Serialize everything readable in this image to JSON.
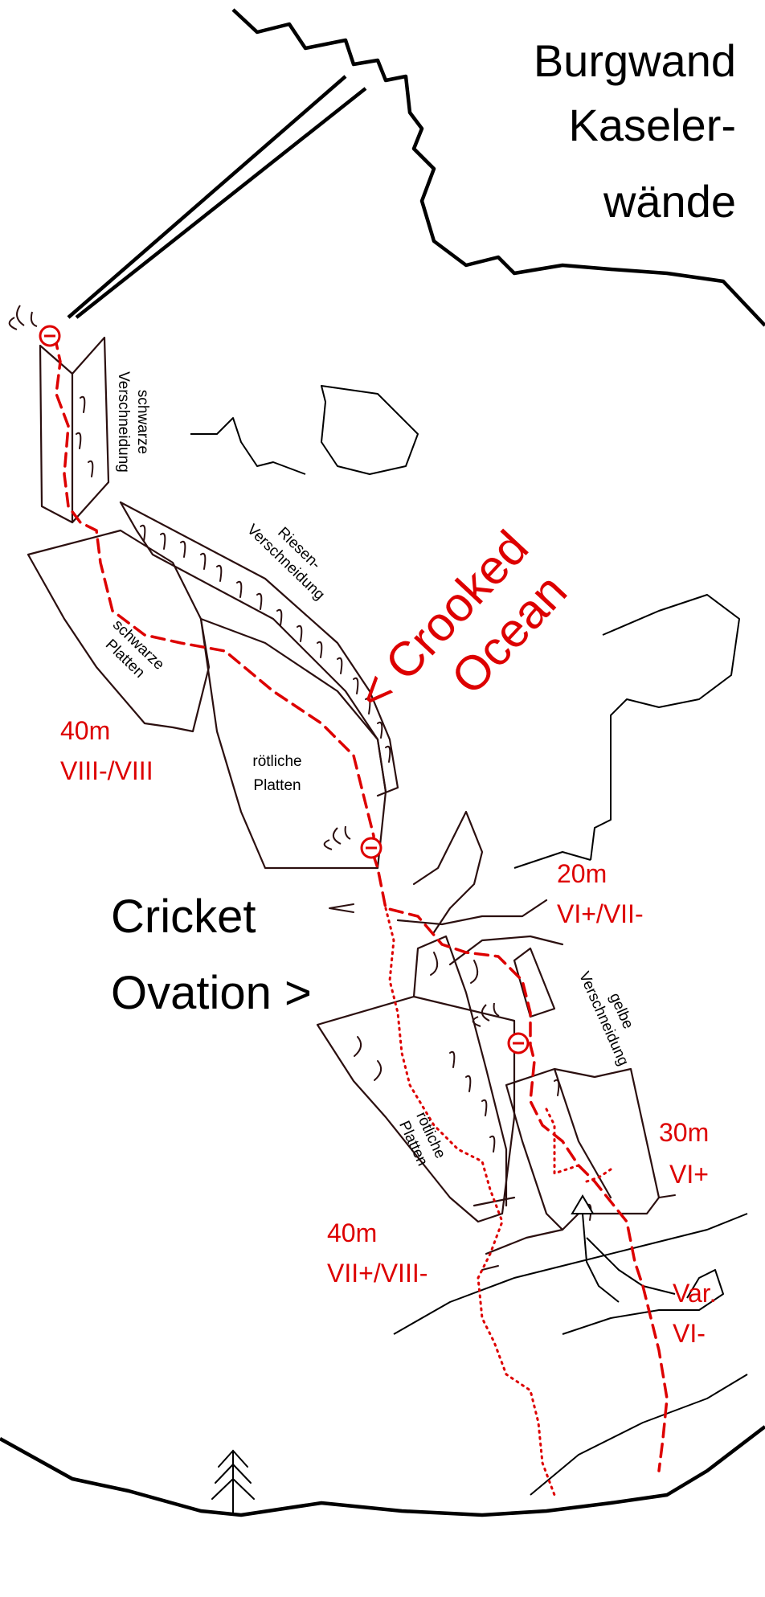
{
  "crag": {
    "title_lines": [
      "Burgwand",
      "Kaseler-",
      "wände"
    ]
  },
  "features": {
    "schwarze_verschneidung": [
      "schwarze",
      "Verschneidung"
    ],
    "riesen_verschneidung": [
      "Riesen-",
      "Verschneidung"
    ],
    "schwarze_platten": [
      "schwarze",
      "Platten"
    ],
    "roetliche_platten_upper": [
      "rötliche",
      "Platten"
    ],
    "gelbe_verschneidung": [
      "gelbe",
      "Verschneidung"
    ],
    "roetliche_platten_lower": [
      "rötliche",
      "Platten"
    ]
  },
  "routes": {
    "crooked_ocean": {
      "name_lines": [
        "< Crooked",
        "Ocean"
      ],
      "color": "#dd0000",
      "line_style": "dashed",
      "pitches": [
        {
          "length": "40m",
          "grade": "VIII-/VIII"
        },
        {
          "length": "20m",
          "grade": "VI+/VII-"
        },
        {
          "length": "30m",
          "grade": "VI+"
        }
      ],
      "variant": {
        "label": "Var.",
        "grade": "VI-"
      }
    },
    "cricket_ovation": {
      "name_lines": [
        "Cricket",
        "Ovation >"
      ],
      "color": "#dd0000",
      "label_color": "#000000",
      "line_style": "dotted",
      "pitches": [
        {
          "length": "40m",
          "grade": "VII+/VIII-"
        }
      ]
    }
  },
  "icons": {
    "belay": "belay-station-icon",
    "anchor": "anchor-bolt-icon",
    "tree": "tree-icon",
    "start": "start-triangle-icon"
  }
}
